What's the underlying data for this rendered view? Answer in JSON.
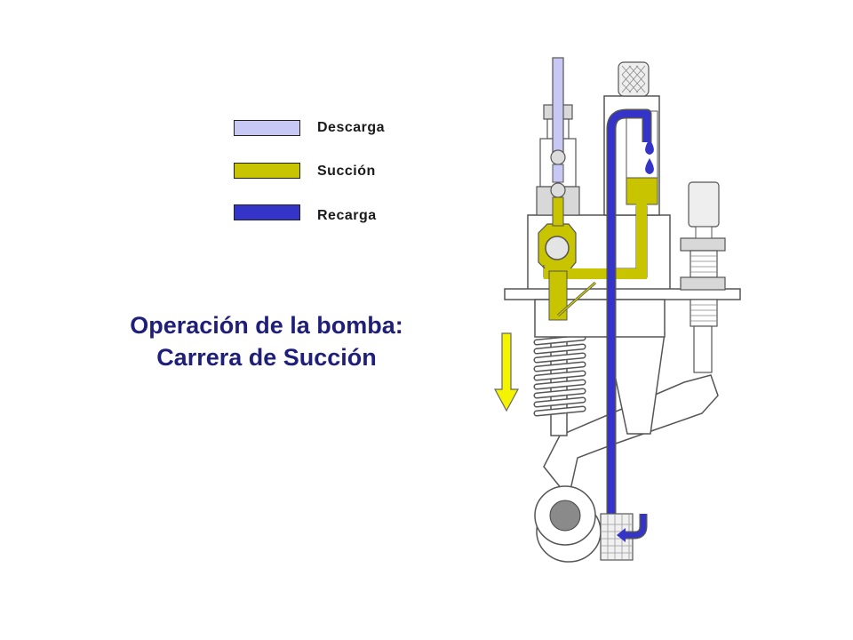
{
  "legend": {
    "items": [
      {
        "label": "Descarga",
        "color": "#c8c8f4"
      },
      {
        "label": "Succión",
        "color": "#c8c400"
      },
      {
        "label": "Recarga",
        "color": "#3434c8"
      }
    ]
  },
  "title": {
    "line1": "Operación de la bomba:",
    "line2": "Carrera de Succión"
  },
  "colors": {
    "discharge": "#c8c8f4",
    "suction": "#c8c400",
    "recharge": "#3434c8",
    "body": "#ffffff",
    "metal": "#d8d8d8",
    "arrow": "#f4f400"
  }
}
